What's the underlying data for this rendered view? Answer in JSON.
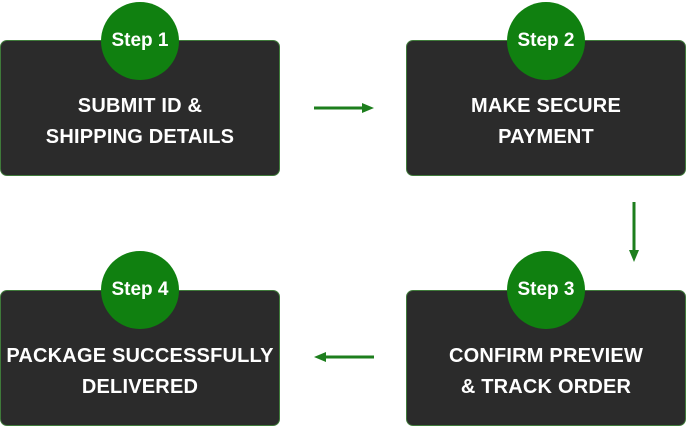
{
  "colors": {
    "card_bg": "#2b2b2b",
    "card_border": "#3f7a3a",
    "badge_bg": "#108010",
    "arrow": "#1d7e1d",
    "text": "#ffffff"
  },
  "steps": [
    {
      "badge": "Step 1",
      "line1": "SUBMIT ID &",
      "line2": "SHIPPING DETAILS"
    },
    {
      "badge": "Step 2",
      "line1": "MAKE SECURE",
      "line2": "PAYMENT"
    },
    {
      "badge": "Step 3",
      "line1": "CONFIRM PREVIEW",
      "line2": "& TRACK ORDER"
    },
    {
      "badge": "Step 4",
      "line1": "PACKAGE SUCCESSFULLY",
      "line2": "DELIVERED"
    }
  ]
}
